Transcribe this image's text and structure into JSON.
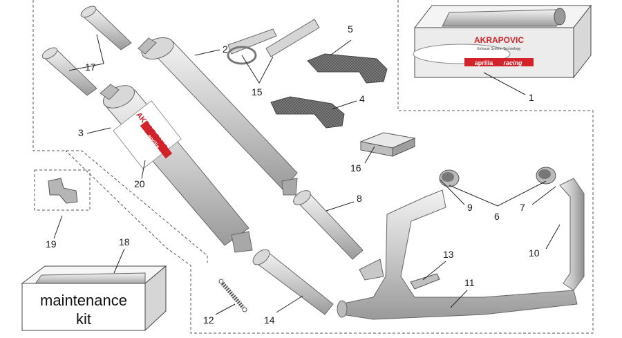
{
  "callouts": [
    {
      "id": "1",
      "label": "1"
    },
    {
      "id": "2",
      "label": "2"
    },
    {
      "id": "3",
      "label": "3"
    },
    {
      "id": "4",
      "label": "4"
    },
    {
      "id": "5",
      "label": "5"
    },
    {
      "id": "6",
      "label": "6"
    },
    {
      "id": "7",
      "label": "7"
    },
    {
      "id": "8",
      "label": "8"
    },
    {
      "id": "9",
      "label": "9"
    },
    {
      "id": "10",
      "label": "10"
    },
    {
      "id": "11",
      "label": "11"
    },
    {
      "id": "12",
      "label": "12"
    },
    {
      "id": "13",
      "label": "13"
    },
    {
      "id": "14",
      "label": "14"
    },
    {
      "id": "15",
      "label": "15"
    },
    {
      "id": "16",
      "label": "16"
    },
    {
      "id": "17",
      "label": "17"
    },
    {
      "id": "18",
      "label": "18"
    },
    {
      "id": "19",
      "label": "19"
    },
    {
      "id": "20",
      "label": "20"
    }
  ],
  "maintenance_kit": {
    "line1": "maintenance",
    "line2": "kit"
  },
  "branding": {
    "akrapovic": "AKRAPOVIC",
    "aprilia": "aprilia",
    "racing": "racing",
    "tagline": "Exhaust System Technology"
  },
  "colors": {
    "metal_light": "#e4e4e4",
    "metal_mid": "#b8b8b8",
    "metal_dark": "#8a8a8a",
    "carbon": "#6e6e6e",
    "brand_red": "#d2232a",
    "box_face": "#ececec"
  }
}
